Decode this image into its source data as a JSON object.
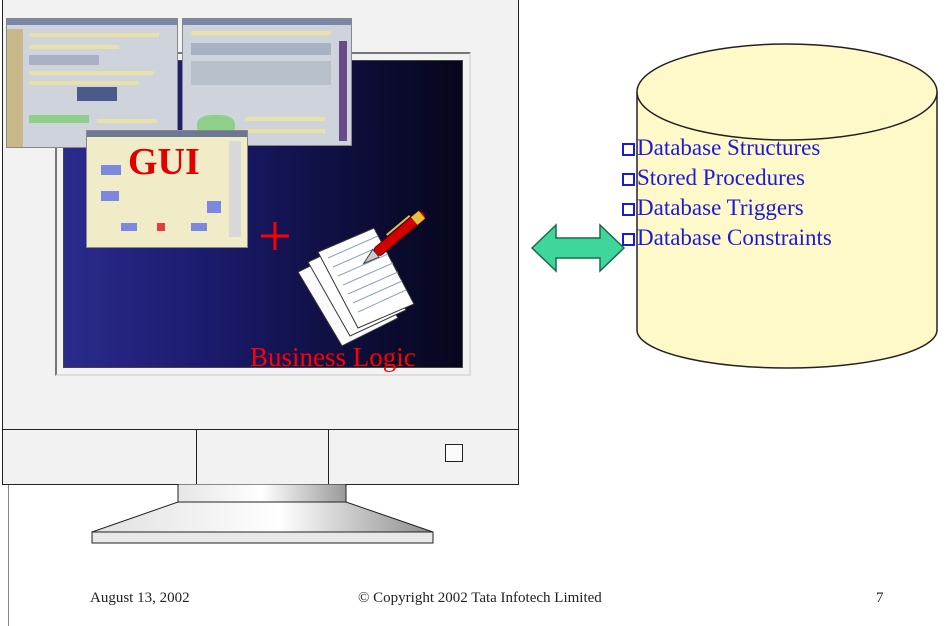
{
  "slide": {
    "gui_label": "GUI",
    "plus_symbol": "+",
    "business_logic_label": "Business Logic",
    "database_items": [
      "Database Structures",
      "Stored Procedures",
      "Database Triggers",
      "Database Constraints"
    ]
  },
  "footer": {
    "date": "August 13, 2002",
    "copyright": "© Copyright 2002 Tata Infotech Limited",
    "page_number": "7"
  },
  "colors": {
    "screen_gradient": [
      "#2b2b8c",
      "#06061c"
    ],
    "accent_red": "#ff0000",
    "db_fill": "#fff8c8",
    "db_text": "#1a1ad8",
    "arrow_fill": "#3ed69a"
  },
  "icons": [
    "checkbox-icon",
    "sync-arrow-icon",
    "pen-icon",
    "papers-icon",
    "database-cylinder-icon",
    "power-button-icon"
  ]
}
